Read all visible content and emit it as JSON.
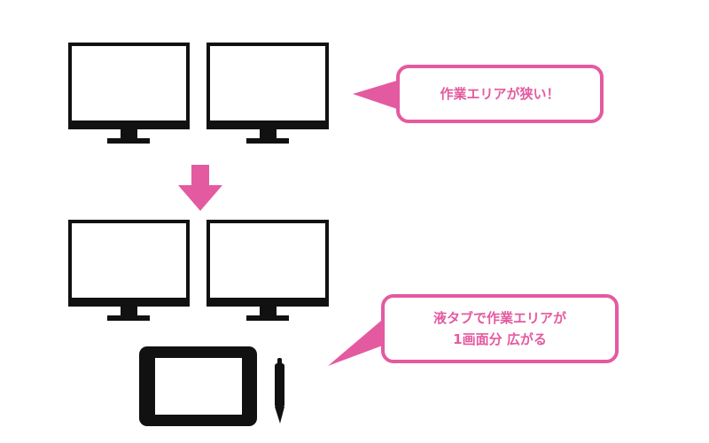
{
  "colors": {
    "accent": "#e45aa0",
    "device": "#111111",
    "screen": "#ffffff"
  },
  "callouts": {
    "problem": "作業エリアが狭い！",
    "solution_line1": "液タブで作業エリアが",
    "solution_line2": "1画面分 広がる"
  },
  "icons": [
    "monitor-icon",
    "arrow-down-icon",
    "pen-tablet-icon",
    "stylus-pen-icon"
  ]
}
